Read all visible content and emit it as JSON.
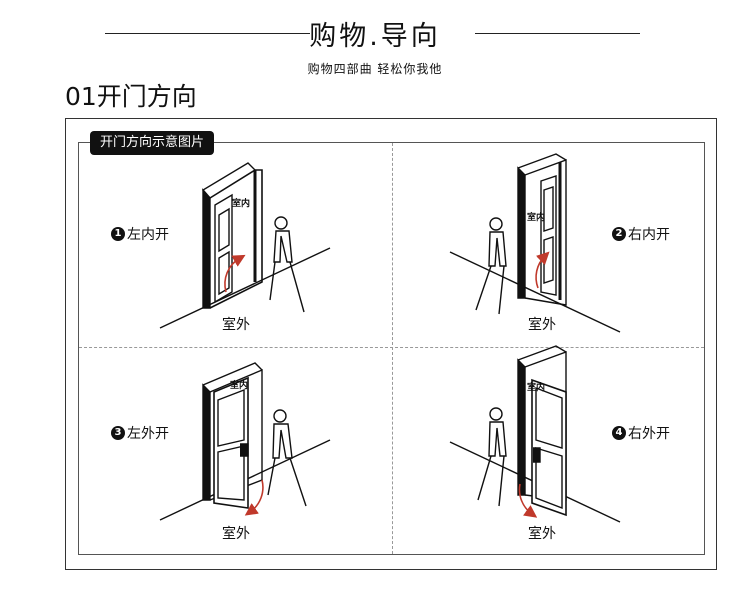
{
  "header": {
    "title": "购物.导向",
    "subtitle": "购物四部曲 轻松你我他"
  },
  "section": {
    "title": "01开门方向"
  },
  "diagram": {
    "tag": "开门方向示意图片",
    "panels": [
      {
        "num": "1",
        "label": "左内开",
        "outside": "室外",
        "indoor": "室内"
      },
      {
        "num": "2",
        "label": "右内开",
        "outside": "室外",
        "indoor": "室内"
      },
      {
        "num": "3",
        "label": "左外开",
        "outside": "室外",
        "indoor": "室内"
      },
      {
        "num": "4",
        "label": "右外开",
        "outside": "室外",
        "indoor": "室内"
      }
    ],
    "arrow_color": "#c0392b"
  }
}
